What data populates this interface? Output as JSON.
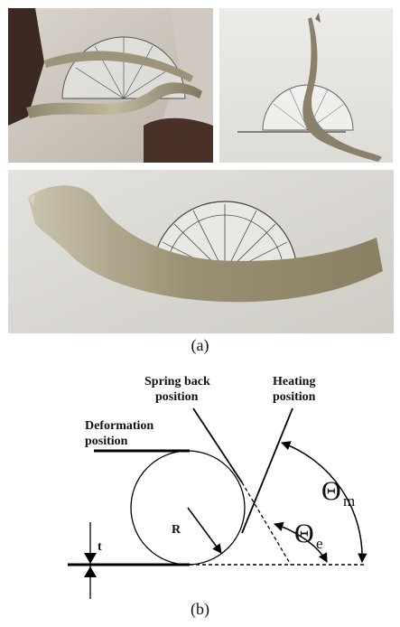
{
  "captions": {
    "a": "(a)",
    "b": "(b)"
  },
  "diagram": {
    "deformation_label": [
      "Deformation",
      "position"
    ],
    "spring_back_label": [
      "Spring back",
      "position"
    ],
    "heating_label": [
      "Heating",
      "position"
    ],
    "thickness_label": "t",
    "radius_label": "R",
    "theta_m_symbol": "Θ",
    "theta_m_sub": "m",
    "theta_e_symbol": "Θ",
    "theta_e_sub": "e"
  }
}
